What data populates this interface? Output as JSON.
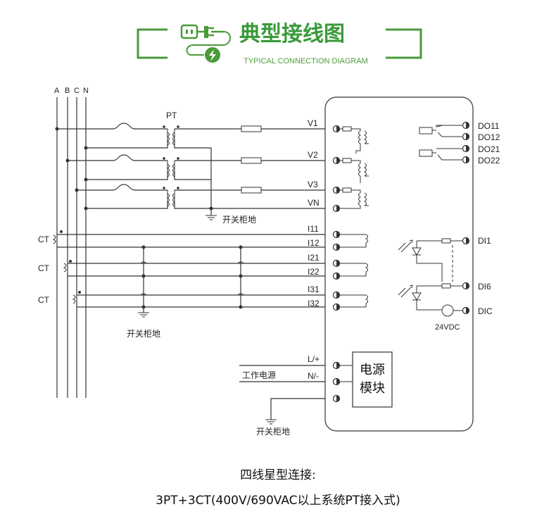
{
  "header": {
    "title_cn": "典型接线图",
    "title_en": "TYPICAL CONNECTION DIAGRAM",
    "icon": "plug-lightning-icon",
    "accent_color": "#4a9a3a"
  },
  "bus": {
    "phases": [
      "A",
      "B",
      "C",
      "N"
    ]
  },
  "pt": {
    "label": "PT"
  },
  "ct": {
    "labels": [
      "CT",
      "CT",
      "CT"
    ]
  },
  "ground": {
    "pt_ground": "开关柜地",
    "ct_ground": "开关柜地",
    "device_ground": "开关柜地"
  },
  "supply": {
    "label": "工作电源"
  },
  "meter": {
    "voltage_terminals": [
      "V1",
      "V2",
      "V3",
      "VN"
    ],
    "current_terminals": [
      "I11",
      "I12",
      "I21",
      "I22",
      "I31",
      "I32"
    ],
    "power_terminals": [
      "L/+",
      "N/-"
    ],
    "power_module_line1": "电源",
    "power_module_line2": "模块",
    "relay_outputs": [
      "DO11",
      "DO12",
      "DO21",
      "DO22"
    ],
    "digital_inputs": [
      "DI1",
      "DI6",
      "DIC"
    ],
    "di_supply": "24VDC"
  },
  "caption": {
    "line1": "四线星型连接:",
    "line2": "3PT+3CT(400V/690VAC以上系统PT接入式)"
  }
}
